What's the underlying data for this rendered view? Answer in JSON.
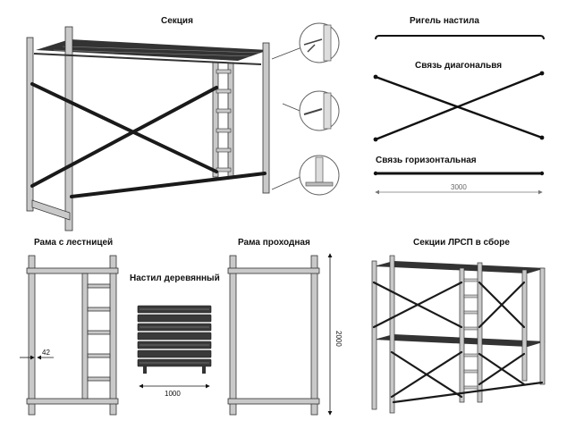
{
  "labels": {
    "section": "Секция",
    "deck_beam": "Ригель настила",
    "diagonal_brace": "Связь диагональвя",
    "horizontal_brace": "Связь горизонтальная",
    "frame_with_ladder": "Рама с лестницей",
    "wooden_deck": "Настил деревянный",
    "pass_frame": "Рама проходная",
    "assembled_sections": "Секции ЛРСП  в сборе"
  },
  "dimensions": {
    "horizontal_length": "3000",
    "post_offset": "42",
    "deck_width": "1000",
    "frame_height": "2000"
  },
  "colors": {
    "steel_fill": "#c9c9c9",
    "steel_stroke": "#333333",
    "brace": "#1a1a1a",
    "deck": "#3a3a3a"
  }
}
